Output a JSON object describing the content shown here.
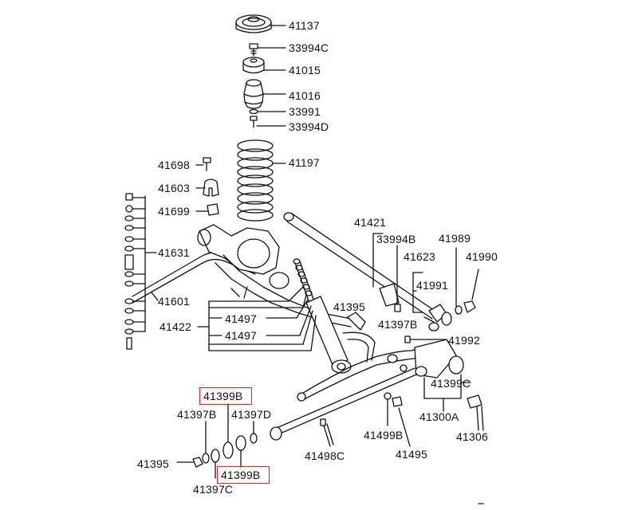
{
  "accent_color": "#d9242c",
  "line_color": "#111111",
  "labels": {
    "l41137": "41137",
    "l33994c": "33994C",
    "l41015": "41015",
    "l41016": "41016",
    "l33991": "33991",
    "l33994d": "33994D",
    "l41197": "41197",
    "l41698": "41698",
    "l41603": "41603",
    "l41699": "41699",
    "l41631": "41631",
    "l41601": "41601",
    "l41422": "41422",
    "l41497a": "41497",
    "l41497b": "41497",
    "l41421": "41421",
    "l33994b": "33994B",
    "l41989": "41989",
    "l41990": "41990",
    "l41623": "41623",
    "l41991": "41991",
    "l41395a": "41395",
    "l41397b_top": "41397B",
    "l41992": "41992",
    "l41399c": "41399C",
    "l41300a": "41300A",
    "l41306": "41306",
    "l41499b": "41499B",
    "l41495": "41495",
    "l41498c": "41498C",
    "l41399b_top": "41399B",
    "l41397b": "41397B",
    "l41397d": "41397D",
    "l41395b": "41395",
    "l41399b_bot": "41399B",
    "l41397c": "41397C"
  }
}
